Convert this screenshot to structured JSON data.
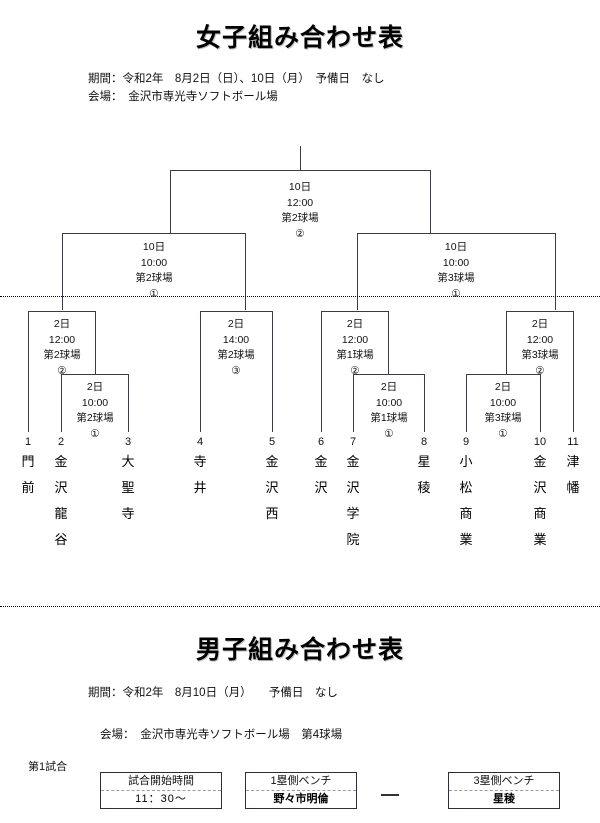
{
  "womens": {
    "title": "女子組み合わせ表",
    "period_line": "期間：令和2年　8月2日（日）、10日（月）　予備日　なし",
    "venue_line": "会場：　金沢市専光寺ソフトボール場",
    "matches": {
      "final": {
        "date": "10日",
        "time": "12:00",
        "field": "第2球場",
        "num": "②"
      },
      "semi_left": {
        "date": "10日",
        "time": "10:00",
        "field": "第2球場",
        "num": "①"
      },
      "semi_right": {
        "date": "10日",
        "time": "10:00",
        "field": "第3球場",
        "num": "①"
      },
      "q1": {
        "date": "2日",
        "time": "12:00",
        "field": "第2球場",
        "num": "②"
      },
      "r1_left": {
        "date": "2日",
        "time": "10:00",
        "field": "第2球場",
        "num": "①"
      },
      "q2": {
        "date": "2日",
        "time": "14:00",
        "field": "第2球場",
        "num": "③"
      },
      "q3": {
        "date": "2日",
        "time": "12:00",
        "field": "第1球場",
        "num": "②"
      },
      "r1_mid": {
        "date": "2日",
        "time": "10:00",
        "field": "第1球場",
        "num": "①"
      },
      "q4": {
        "date": "2日",
        "time": "12:00",
        "field": "第3球場",
        "num": "②"
      },
      "r1_right": {
        "date": "2日",
        "time": "10:00",
        "field": "第3球場",
        "num": "①"
      }
    },
    "teams": [
      {
        "seed": "1",
        "name": "門前",
        "chars": [
          "門",
          "",
          "",
          "前"
        ]
      },
      {
        "seed": "2",
        "name": "金沢龍谷",
        "chars": [
          "金",
          "沢",
          "龍",
          "谷"
        ]
      },
      {
        "seed": "3",
        "name": "大聖寺",
        "chars": [
          "大",
          "",
          "聖",
          "寺"
        ]
      },
      {
        "seed": "4",
        "name": "寺井",
        "chars": [
          "寺",
          "",
          "",
          "井"
        ]
      },
      {
        "seed": "5",
        "name": "金沢西",
        "chars": [
          "金",
          "沢",
          "",
          "西"
        ]
      },
      {
        "seed": "6",
        "name": "金沢",
        "chars": [
          "金",
          "",
          "",
          "沢"
        ]
      },
      {
        "seed": "7",
        "name": "金沢学院",
        "chars": [
          "金",
          "沢",
          "学",
          "院"
        ]
      },
      {
        "seed": "8",
        "name": "星稜",
        "chars": [
          "星",
          "",
          "",
          "稜"
        ]
      },
      {
        "seed": "9",
        "name": "小松商業",
        "chars": [
          "小",
          "松",
          "商",
          "業"
        ]
      },
      {
        "seed": "10",
        "name": "金沢商業",
        "chars": [
          "金",
          "沢",
          "商",
          "業"
        ]
      },
      {
        "seed": "11",
        "name": "津幡",
        "chars": [
          "津",
          "",
          "",
          "幡"
        ]
      }
    ]
  },
  "mens": {
    "title": "男子組み合わせ表",
    "period_line": "期間：令和2年　8月10日（月）　　予備日　なし",
    "venue_line": "会場：　金沢市専光寺ソフトボール場　第4球場",
    "game_label": "第1試合",
    "table": {
      "time_header": "試合開始時間",
      "time_value": "11：30～",
      "first_base_header": "1塁側ベンチ",
      "first_base_team": "野々市明倫",
      "third_base_header": "3塁側ベンチ",
      "third_base_team": "星稜"
    }
  }
}
